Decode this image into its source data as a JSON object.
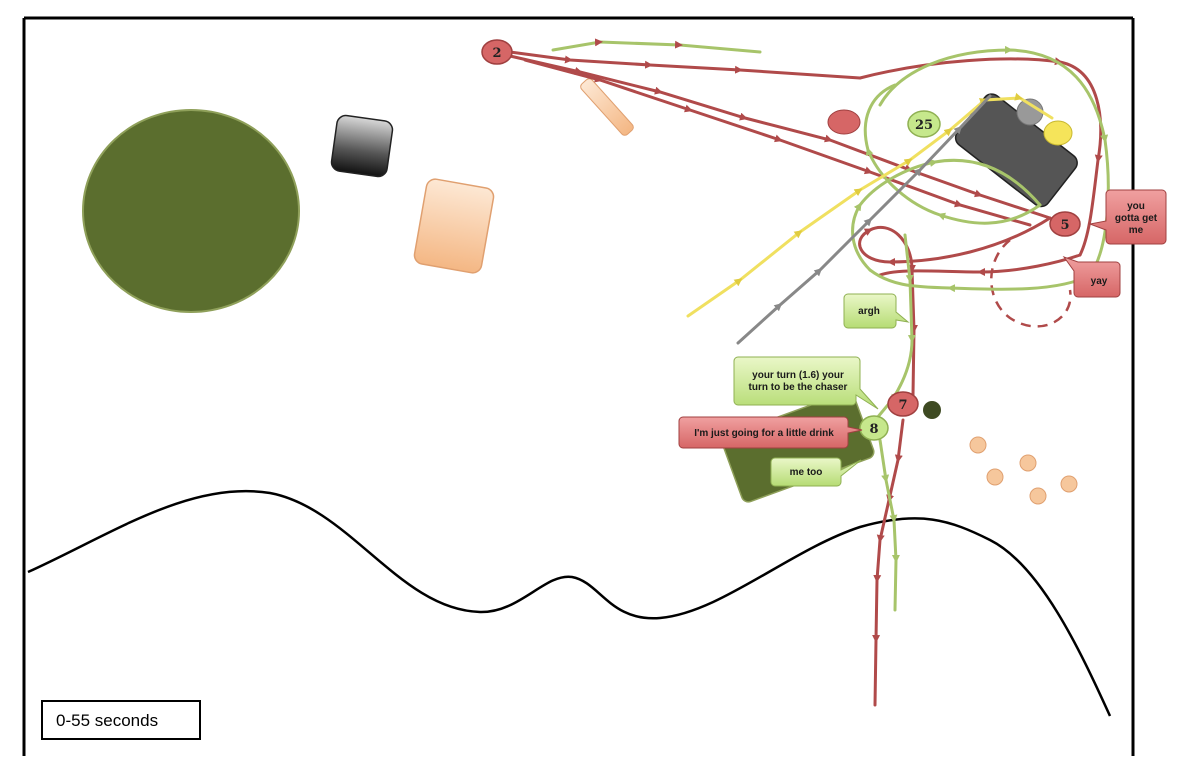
{
  "time_label": "0-55 seconds",
  "markers": {
    "m2": "2",
    "m5": "5",
    "m7": "7",
    "m8": "8",
    "m25": "25"
  },
  "bubbles": {
    "gotta_l1": "you",
    "gotta_l2": "gotta get",
    "gotta_l3": "me",
    "yay": "yay",
    "argh": "argh",
    "turn_l1": "your turn (1.6) your",
    "turn_l2": "turn to be the chaser",
    "drink": "I'm just going for a little drink",
    "metoo": "me too"
  },
  "colors": {
    "red_path": "#b04a4a",
    "green_path": "#a7c46a",
    "yellow_path": "#f0e060",
    "grey_path": "#888888",
    "pond": "#5b6e2e",
    "peach": "#f6c79c"
  }
}
